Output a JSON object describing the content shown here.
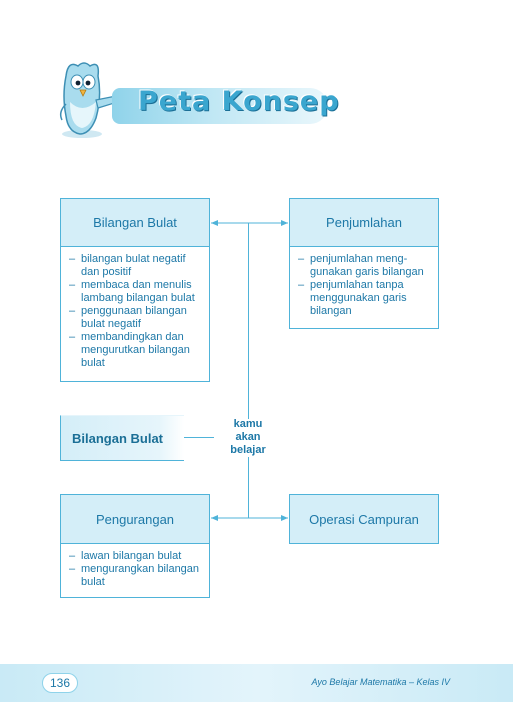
{
  "header": {
    "title": "Peta Konsep"
  },
  "concept_map": {
    "center": {
      "lines": [
        "kamu",
        "akan",
        "belajar"
      ]
    },
    "main_topic": "Bilangan Bulat",
    "boxes": {
      "bilangan_bulat": {
        "title": "Bilangan Bulat",
        "items": [
          "bilangan bulat negatif dan positif",
          "membaca dan menulis lambang bilangan bulat",
          "penggunaan bilangan bulat negatif",
          "membandingkan dan mengurutkan bilangan bulat"
        ]
      },
      "penjumlahan": {
        "title": "Penjumlahan",
        "items": [
          "penjumlahan meng- gunakan garis bilangan",
          "penjumlahan tanpa menggunakan garis bilangan"
        ]
      },
      "pengurangan": {
        "title": "Pengurangan",
        "items": [
          "lawan bilangan bulat",
          "mengurangkan bilangan bulat"
        ]
      },
      "operasi_campuran": {
        "title": "Operasi Campuran"
      }
    }
  },
  "footer": {
    "page_number": "136",
    "book_title": "Ayo Belajar Matematika – Kelas IV"
  },
  "colors": {
    "accent": "#4fb3d9",
    "text": "#1d78a7",
    "header_fill": "#d4eef8"
  },
  "icons": {
    "mascot": "owl-mascot-pointing",
    "connector": "double-arrow"
  }
}
